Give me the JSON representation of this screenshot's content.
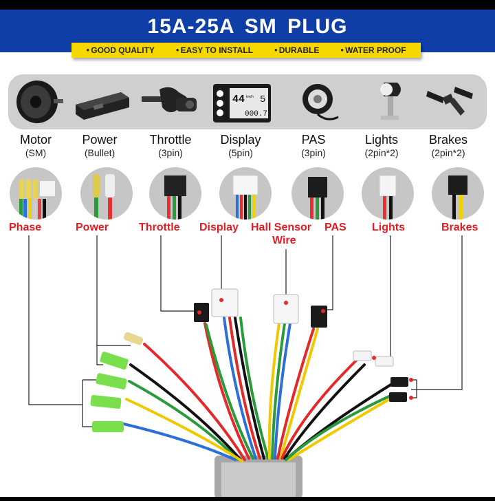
{
  "title": "15A-25A  SM  PLUG",
  "features": [
    "GOOD QUALITY",
    "EASY TO INSTALL",
    "DURABLE",
    "WATER PROOF"
  ],
  "components": [
    {
      "name": "Motor",
      "sub": "(SM)",
      "icon": "hub-motor-icon"
    },
    {
      "name": "Power",
      "sub": "(Bullet)",
      "icon": "battery-icon"
    },
    {
      "name": "Throttle",
      "sub": "(3pin)",
      "icon": "thumb-throttle-icon"
    },
    {
      "name": "Display",
      "sub": "(5pin)",
      "icon": "lcd-display-icon"
    },
    {
      "name": "PAS",
      "sub": "(3pin)",
      "icon": "pas-sensor-icon"
    },
    {
      "name": "Lights",
      "sub": "(2pin*2)",
      "icon": "headlight-icon"
    },
    {
      "name": "Brakes",
      "sub": "(2pin*2)",
      "icon": "brake-lever-icon"
    }
  ],
  "wire_labels": {
    "phase": "Phase",
    "power": "Power",
    "throttle": "Throttle",
    "display": "Display",
    "hall_line1": "Hall Sensor",
    "hall_line2": "Wire",
    "pas": "PAS",
    "lights": "Lights",
    "brakes": "Brakes"
  },
  "display_screen": {
    "speed": "44",
    "unit": "km/h",
    "mode": "5",
    "odo": "000.7"
  },
  "colors": {
    "header": "#0f3fa6",
    "tagbar": "#f4d800",
    "label": "#e31b23",
    "strip": "#cfcfcf"
  }
}
